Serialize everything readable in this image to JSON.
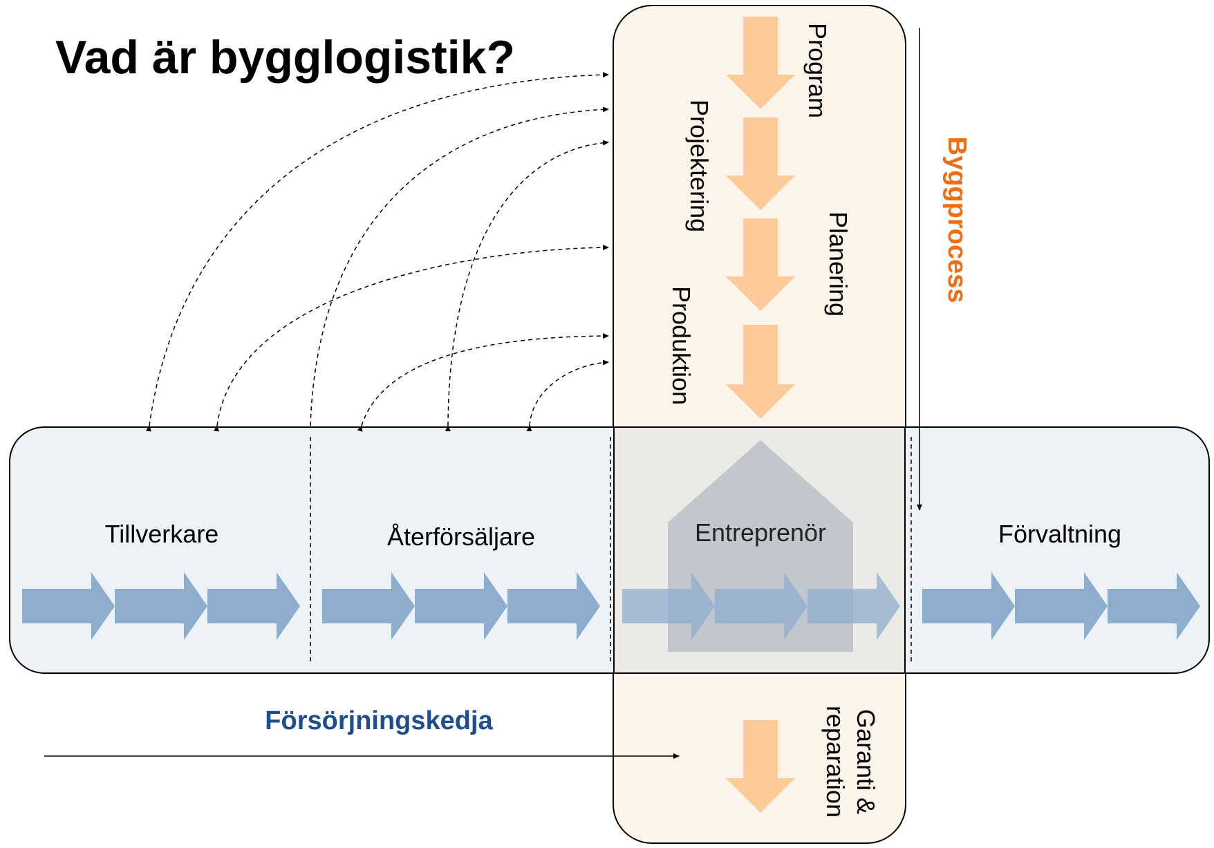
{
  "title": "Vad är bygglogistik?",
  "supply_chain": {
    "label": "Försörjningskedja",
    "stages": [
      "Tillverkare",
      "Återförsäljare",
      "Entreprenör",
      "Förvaltning"
    ]
  },
  "build_process": {
    "label": "Byggprocess",
    "phases": [
      "Program",
      "Projektering",
      "Planering",
      "Produktion"
    ],
    "warranty_line1": "Garanti &",
    "warranty_line2": "reparation"
  },
  "colors": {
    "title": "#000000",
    "supply_label": "#1f4e8c",
    "process_label": "#f26d12",
    "vertical_band_fill": "#fdf4ea",
    "horizontal_band_fill": "#edf2f7",
    "overlap_fill": "#eceae7",
    "phase_arrow": "#fdcb9a",
    "chain_arrow": "#8eaccc",
    "house": "#8e9eab"
  }
}
